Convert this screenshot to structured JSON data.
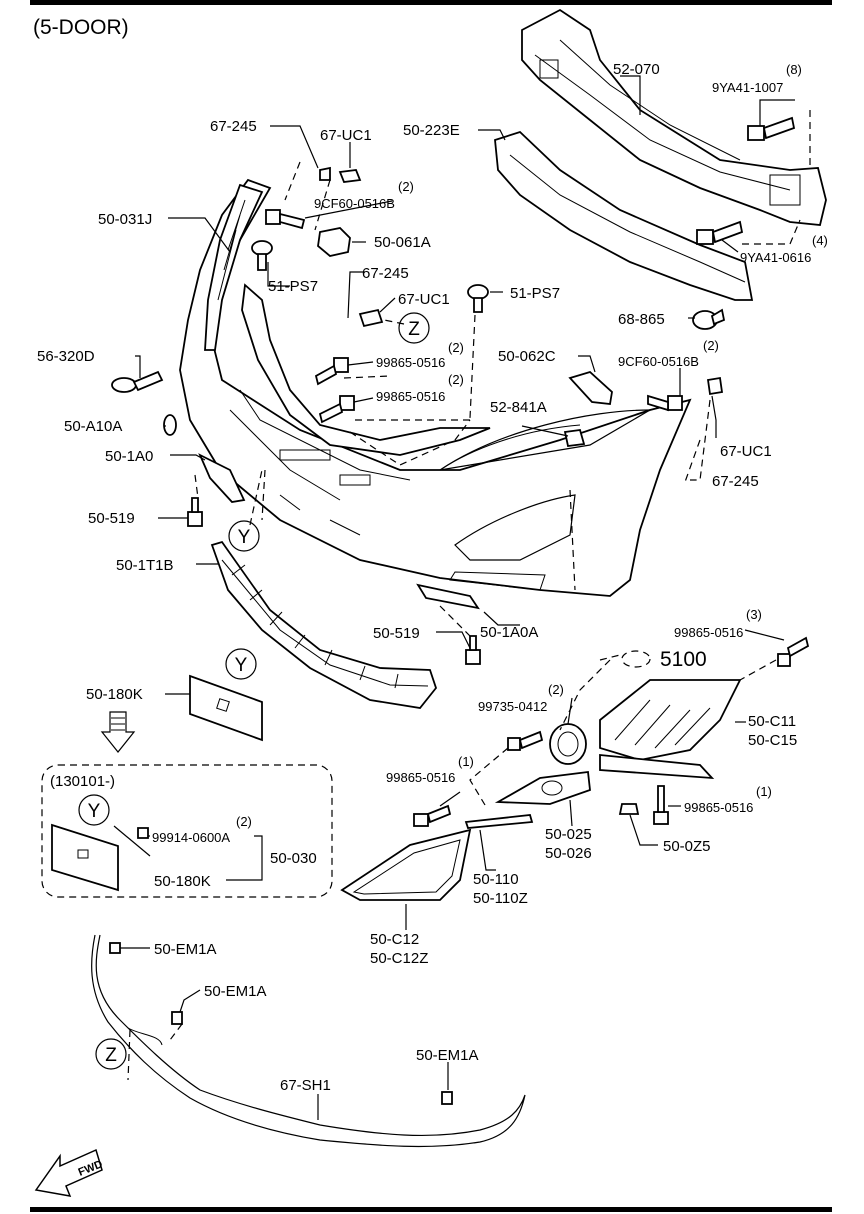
{
  "header": {
    "variant": "(5-DOOR)"
  },
  "callouts": {
    "c52070": "52-070",
    "c9ya41_1007": "9YA41-1007",
    "q8": "(8)",
    "c50223e": "50-223E",
    "c9ya41_0616": "9YA41-0616",
    "q4": "(4)",
    "c68865": "68-865",
    "c67245_a": "67-245",
    "c67uc1_a": "67-UC1",
    "c9cf60_a": "9CF60-0516B",
    "q2_a": "(2)",
    "c50031j": "50-031J",
    "c50061a": "50-061A",
    "c51ps7_a": "51-PS7",
    "c67245_b": "67-245",
    "c67uc1_b": "67-UC1",
    "c51ps7_b": "51-PS7",
    "c56320d": "56-320D",
    "c99865_a": "99865-0516",
    "q2_b": "(2)",
    "c99865_b": "99865-0516",
    "q2_c": "(2)",
    "c50062c": "50-062C",
    "c9cf60_b": "9CF60-0516B",
    "q2_d": "(2)",
    "c50a10a": "50-A10A",
    "c52841a": "52-841A",
    "c67uc1_c": "67-UC1",
    "c50_1a0": "50-1A0",
    "c67245_c": "67-245",
    "c50519_a": "50-519",
    "c50_1t1b": "50-1T1B",
    "c50519_b": "50-519",
    "c50_1a0a": "50-1A0A",
    "c99865_c": "99865-0516",
    "q3": "(3)",
    "c5100": "5100",
    "c50180k_a": "50-180K",
    "c99735": "99735-0412",
    "q2_e": "(2)",
    "c50c11": "50-C11",
    "c50c15": "50-C15",
    "c99865_d": "99865-0516",
    "q1_a": "(1)",
    "c99865_e": "99865-0516",
    "q1_b": "(1)",
    "c50025": "50-025",
    "c50026": "50-026",
    "c50z5": "50-0Z5",
    "c50110": "50-110",
    "c50110z": "50-110Z",
    "c50c12": "50-C12",
    "c50c12z": "50-C12Z",
    "c50em1a_a": "50-EM1A",
    "c50em1a_b": "50-EM1A",
    "c50em1a_c": "50-EM1A",
    "c67sh1": "67-SH1"
  },
  "inset": {
    "date_code": "(130101-)",
    "c99914": "99914-0600A",
    "q2": "(2)",
    "c50030": "50-030",
    "c50180k": "50-180K"
  },
  "refs": {
    "y1": "Y",
    "y2": "Y",
    "y3": "Y",
    "z1": "Z",
    "z2": "Z"
  },
  "fwd": "FWD"
}
